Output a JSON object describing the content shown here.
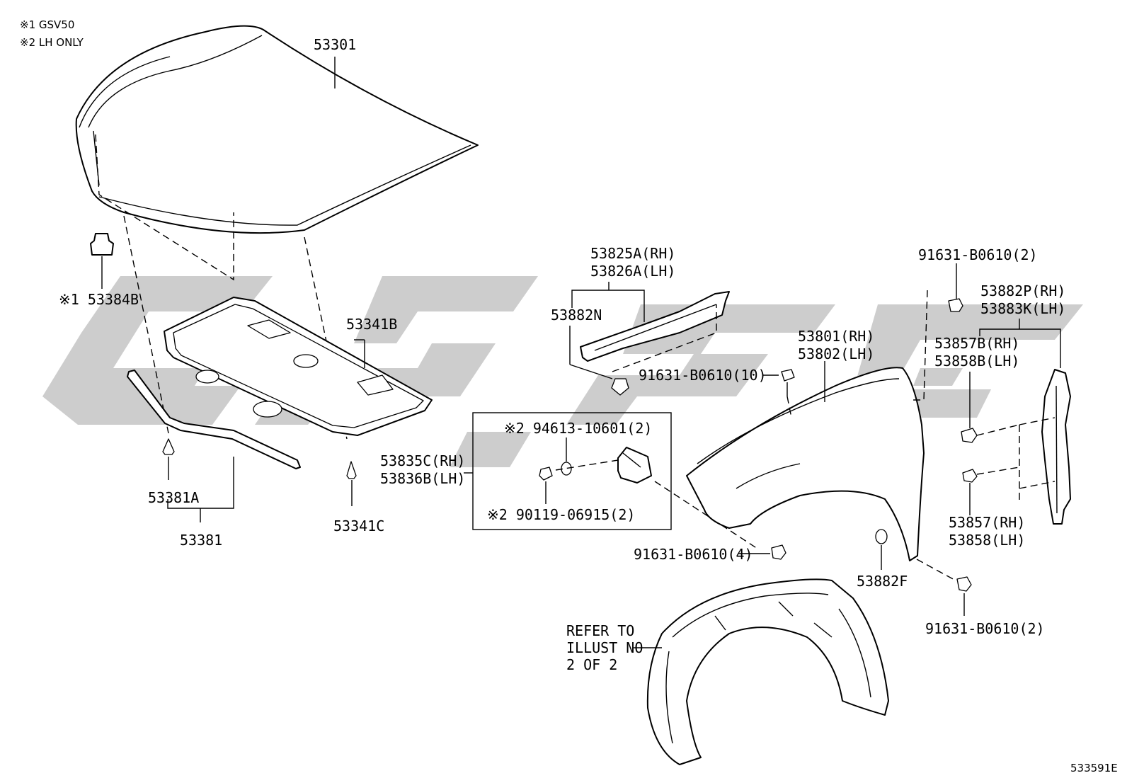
{
  "notes": {
    "note1": "※1 GSV50",
    "note2": "※2 LH ONLY"
  },
  "labels": {
    "hood": "53301",
    "hood_insulator": "53341B",
    "cushion": "※1 53384B",
    "insulator_clip": "53341C",
    "seal_clip": "53381A",
    "seal": "53381",
    "seal_rh": "53825A(RH)",
    "seal_lh": "53826A(LH)",
    "seal_clip_n": "53882N",
    "fender_rh": "53801(RH)",
    "fender_lh": "53802(LH)",
    "bolt_10": "91631-B0610(10)",
    "bolt_top": "91631-B0610(2)",
    "liner_rh": "53882P(RH)",
    "liner_lh": "53883K(LH)",
    "clip_b_rh": "53857B(RH)",
    "clip_b_lh": "53858B(LH)",
    "clip_rh": "53857(RH)",
    "clip_lh": "53858(LH)",
    "bracket_rh": "53835C(RH)",
    "bracket_lh": "53836B(LH)",
    "washer": "※2 94613-10601(2)",
    "bracket_bolt": "※2 90119-06915(2)",
    "bolt_4": "91631-B0610(4)",
    "clip_f": "53882F",
    "bolt_bottom": "91631-B0610(2)",
    "refer1": "REFER TO",
    "refer2": "ILLUST NO",
    "refer3": "2 OF 2",
    "code": "533591E"
  },
  "icons": [
    "hood-panel",
    "hood-insulator",
    "hood-seal",
    "fender-panel",
    "fender-liner",
    "bracket",
    "bolt",
    "clip",
    "watermark-logo"
  ]
}
